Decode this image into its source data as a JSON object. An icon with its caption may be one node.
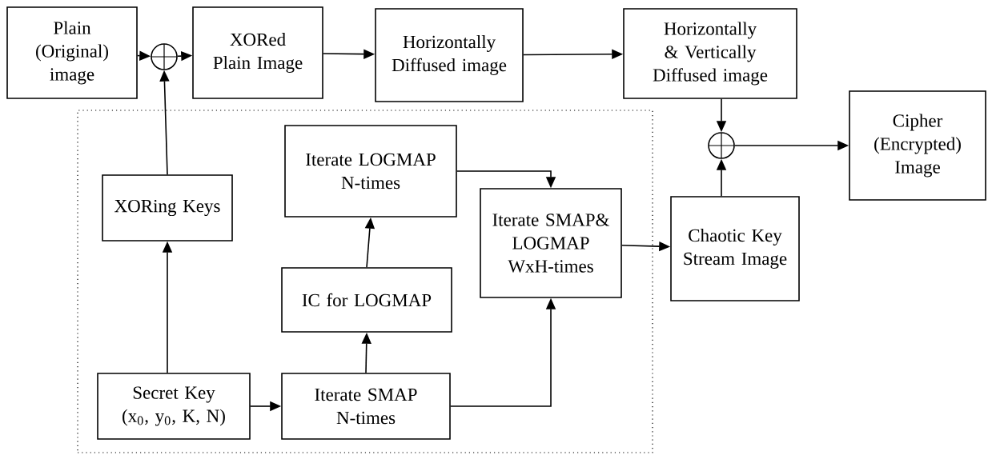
{
  "diagram": {
    "nodes": [
      {
        "text": [
          "Plain (Original) image"
        ]
      },
      {
        "text": [],
        "shape": "circle"
      },
      {
        "text": [
          "XORed Plain Image"
        ]
      },
      {
        "text": [
          "Horizontally Diffused image"
        ]
      },
      {
        "text": [
          "Horizontally & Vertically Diffused image"
        ]
      },
      {
        "text": [],
        "shape": "box"
      },
      {
        "text": [
          "XORing Keys"
        ],
        "in": 5
      },
      {
        "text": [
          "Iterate LOGMAP N-times"
        ],
        "in": 5
      },
      {
        "text": [
          "Iterate SMAP& LOGMAP WxH-times"
        ],
        "in": 5
      },
      {
        "text": [
          "IC for LOGMAP"
        ],
        "in": 5
      },
      {
        "text": [
          "Secret Key (x$_{0}$, y$_{0}$, K, N)"
        ],
        "in": 5
      },
      {
        "text": [
          "Iterate SMAP N-times"
        ],
        "in": 5
      },
      {
        "text": [],
        "shape": "circle"
      },
      {
        "text": [
          "Chaotic Key Stream Image"
        ]
      },
      {
        "text": [
          "Cipher (Encrypted) Image"
        ]
      }
    ],
    "edges": [
      {
        "from": 0,
        "to": 1,
        "arrow": "to"
      },
      {
        "from": 1,
        "to": 2,
        "arrow": "to"
      },
      {
        "from": 2,
        "to": 3,
        "arrow": "to"
      },
      {
        "from": 3,
        "to": 4,
        "arrow": "to"
      },
      {
        "from": 6,
        "to": 1,
        "arrow": "to"
      },
      {
        "from": 10,
        "to": 6,
        "arrow": "to"
      },
      {
        "from": 10,
        "to": 11,
        "arrow": "to"
      },
      {
        "from": 11,
        "to": 9,
        "arrow": "to"
      },
      {
        "from": 9,
        "to": 7,
        "arrow": "to"
      },
      {
        "from": 7,
        "to": 8,
        "arrow": "to"
      },
      {
        "from": 11,
        "to": 8,
        "arrow": "to"
      },
      {
        "from": 8,
        "to": 13,
        "arrow": "to"
      },
      {
        "from": 4,
        "to": 12,
        "arrow": "to"
      },
      {
        "from": 13,
        "to": 12,
        "arrow": "to"
      },
      {
        "from": 12,
        "to": 14,
        "arrow": "to"
      }
    ]
  }
}
